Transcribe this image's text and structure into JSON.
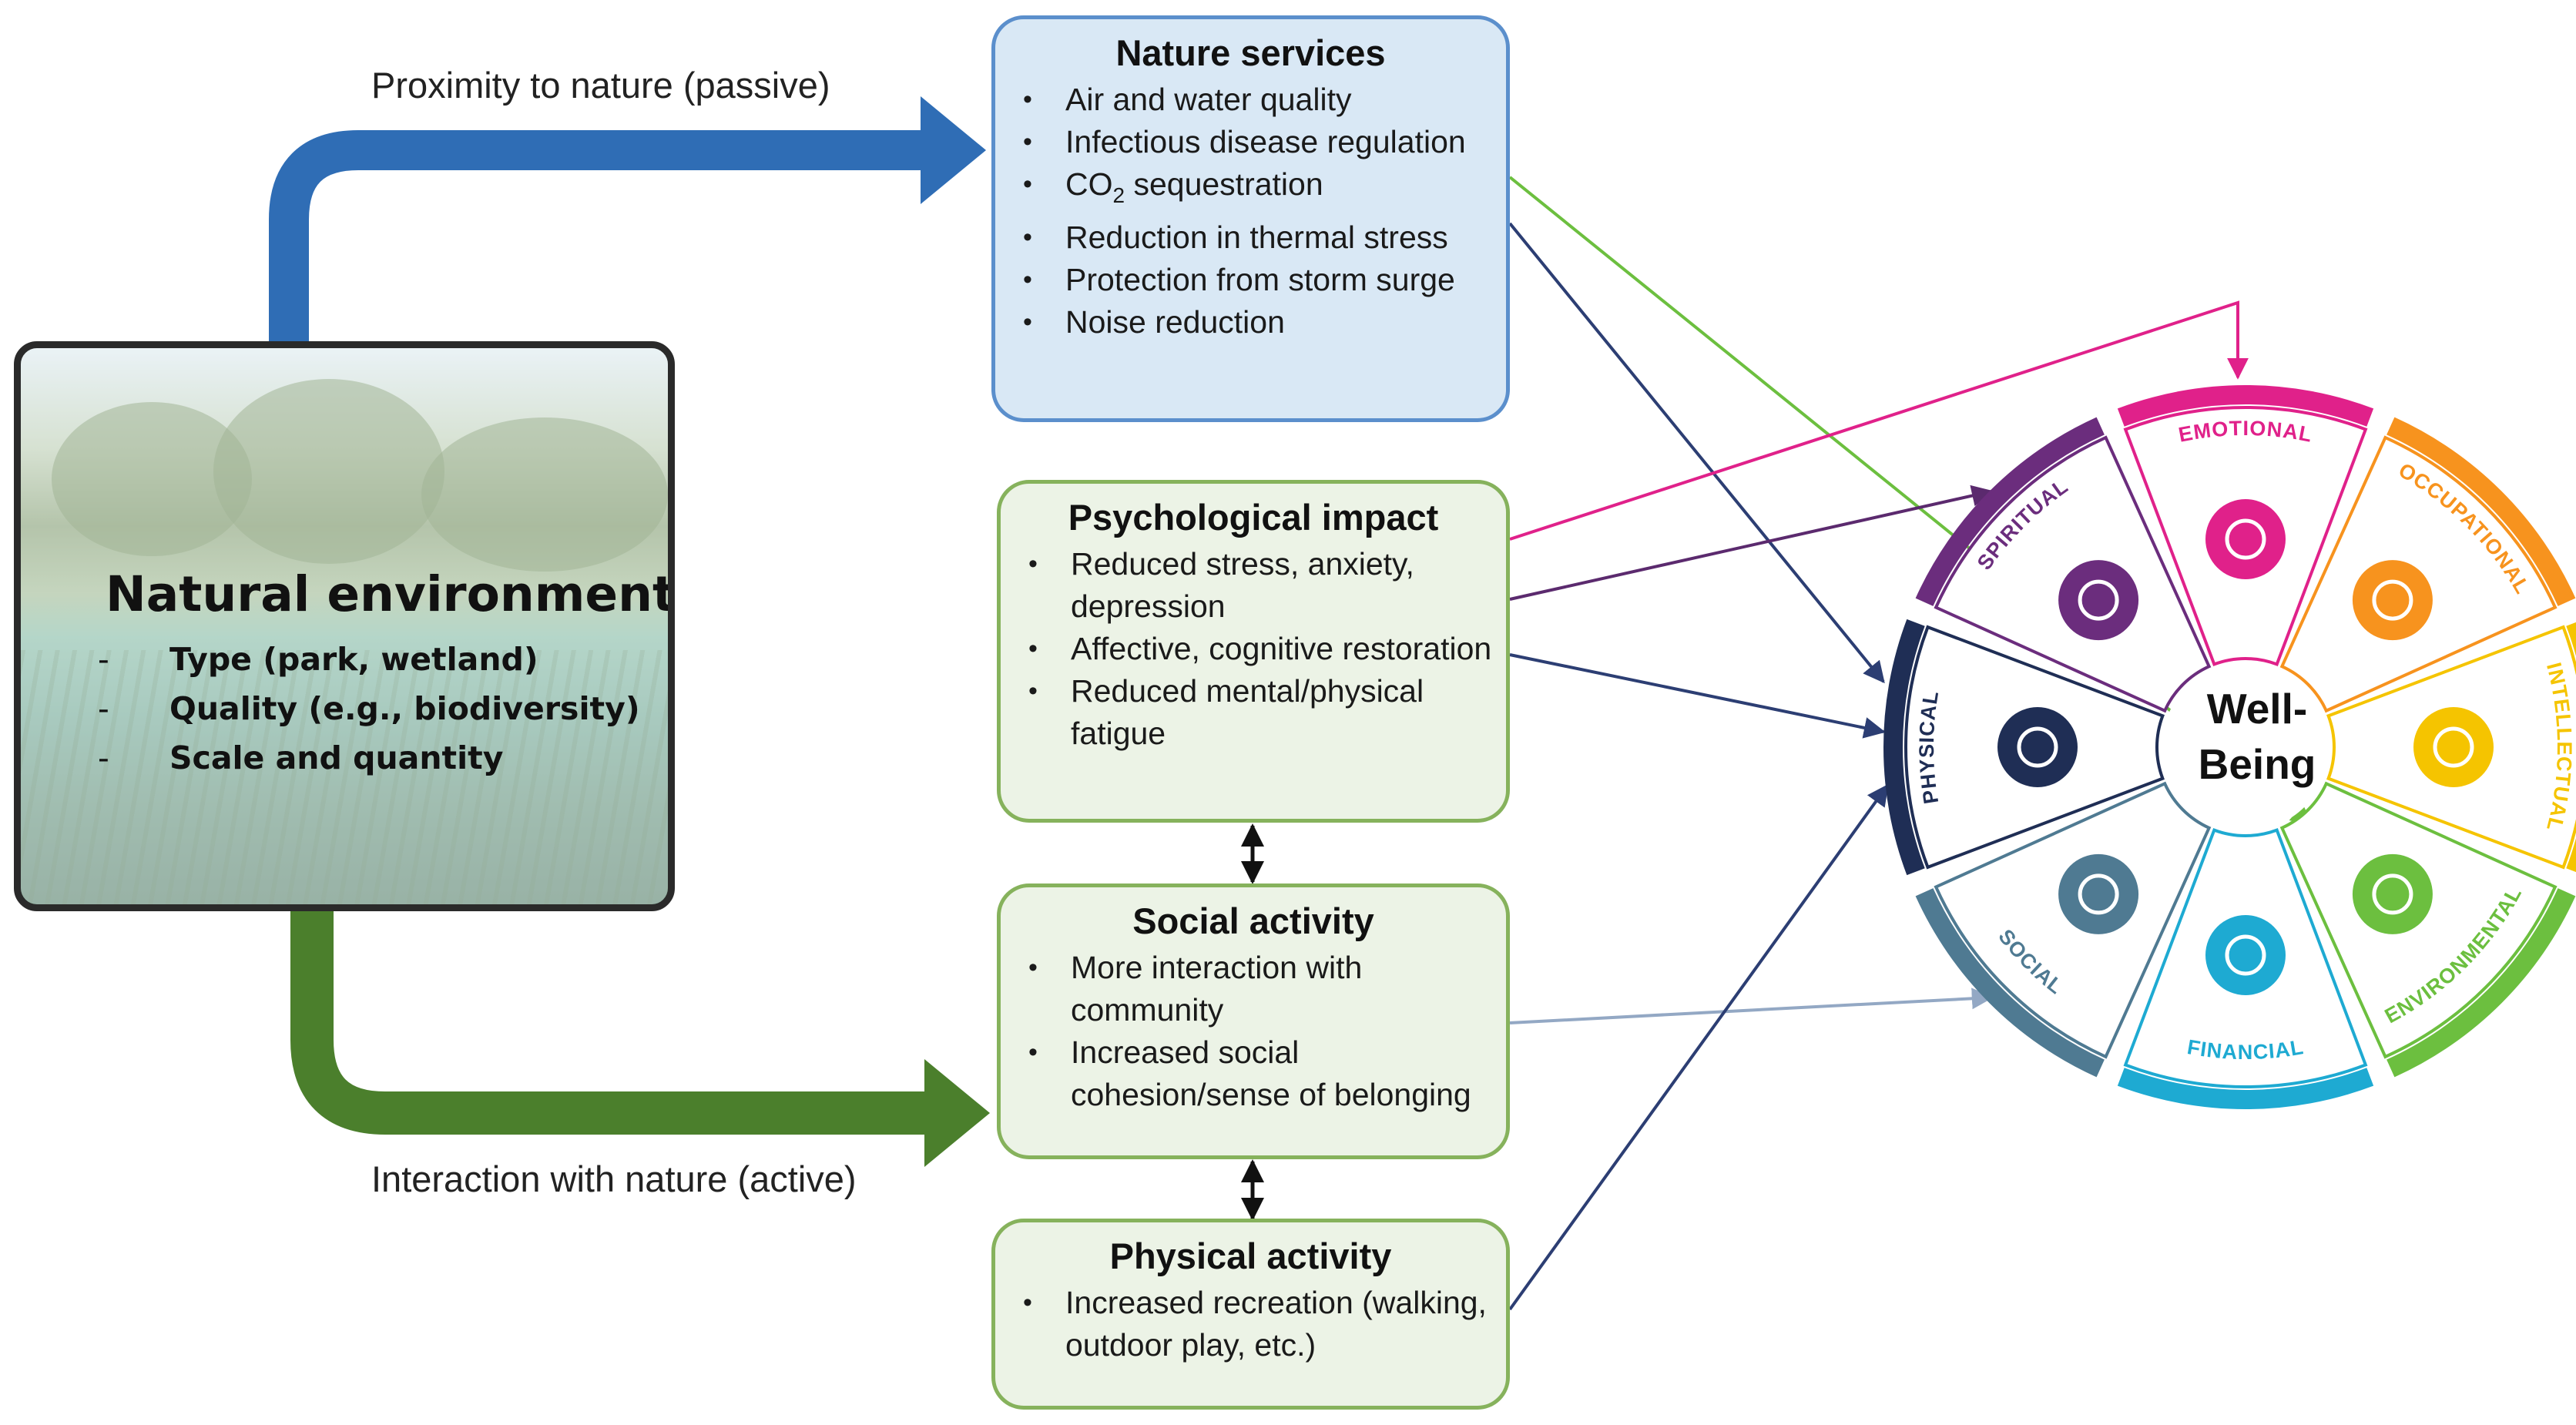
{
  "arrows": {
    "passive_label": "Proximity to nature (passive)",
    "active_label": "Interaction with nature (active)"
  },
  "natural_environment": {
    "title": "Natural environment:",
    "items": [
      "Type (park, wetland)",
      "Quality (e.g., biodiversity)",
      "Scale and quantity"
    ],
    "dash": "-"
  },
  "bullet_char": "•",
  "nature_services": {
    "title": "Nature services",
    "items": [
      {
        "text": "Air and water quality"
      },
      {
        "text": "Infectious disease regulation"
      },
      {
        "text": "CO",
        "sub": "2",
        "tail": " sequestration"
      },
      {
        "text": "Reduction in thermal stress"
      },
      {
        "text": "Protection from storm surge"
      },
      {
        "text": "Noise reduction"
      }
    ]
  },
  "psychological_impact": {
    "title": "Psychological impact",
    "items": [
      "Reduced stress, anxiety, depression",
      "Affective, cognitive restoration",
      "Reduced mental/physical fatigue"
    ]
  },
  "social_activity": {
    "title": "Social activity",
    "items": [
      "More interaction with community",
      "Increased social cohesion/sense of belonging"
    ]
  },
  "physical_activity": {
    "title": "Physical activity",
    "items": [
      "Increased recreation (walking, outdoor play, etc.)"
    ]
  },
  "wellbeing": {
    "center_line1": "Well-",
    "center_line2": "Being",
    "segments": [
      {
        "label": "EMOTIONAL",
        "color": "#e0218a",
        "icon": "brain-head-icon"
      },
      {
        "label": "OCCUPATIONAL",
        "color": "#f7931e",
        "icon": "briefcase-icon"
      },
      {
        "label": "INTELLECTUAL",
        "color": "#f5c400",
        "icon": "lightbulb-icon"
      },
      {
        "label": "ENVIRONMENTAL",
        "color": "#6cbf3f",
        "icon": "tree-icon"
      },
      {
        "label": "FINANCIAL",
        "color": "#1eaad2",
        "icon": "piggy-bank-icon"
      },
      {
        "label": "SOCIAL",
        "color": "#4f7a92",
        "icon": "people-icon"
      },
      {
        "label": "PHYSICAL",
        "color": "#1f2e55",
        "icon": "heart-pulse-icon"
      },
      {
        "label": "SPIRITUAL",
        "color": "#6b2d7d",
        "icon": "meditation-icon"
      }
    ]
  },
  "colors": {
    "passive_arrow": "#2f6db5",
    "active_arrow": "#4b7f2c",
    "blue_box_fill": "#d9e8f5",
    "blue_box_border": "#5b8fcc",
    "green_box_fill": "#ecf3e6",
    "green_box_border": "#86b25c",
    "link_navy": "#2c3e73",
    "link_magenta": "#e0218a",
    "link_green": "#6cbf3f",
    "link_purple": "#5b2a6e",
    "link_slate": "#93a8c4"
  }
}
